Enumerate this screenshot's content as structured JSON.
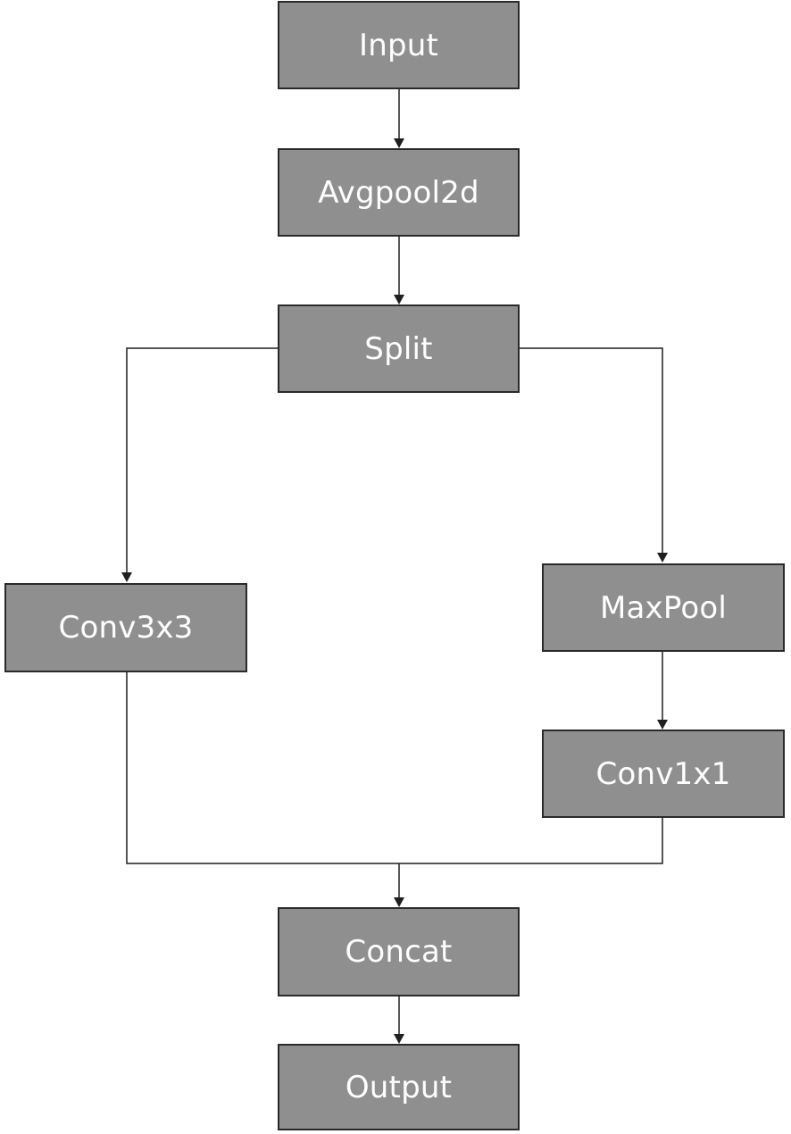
{
  "style": {
    "node_fill": "#8f8f8f",
    "node_border": "#2a2a2a",
    "edge_color": "#1f1f1f",
    "text_color": "#ffffff"
  },
  "nodes": {
    "input": {
      "label": "Input"
    },
    "avgpool2d": {
      "label": "Avgpool2d"
    },
    "split": {
      "label": "Split"
    },
    "conv3x3": {
      "label": "Conv3x3"
    },
    "maxpool": {
      "label": "MaxPool"
    },
    "conv1x1": {
      "label": "Conv1x1"
    },
    "concat": {
      "label": "Concat"
    },
    "output": {
      "label": "Output"
    }
  },
  "edges": [
    {
      "from": "input",
      "to": "avgpool2d"
    },
    {
      "from": "avgpool2d",
      "to": "split"
    },
    {
      "from": "split",
      "to": "conv3x3"
    },
    {
      "from": "split",
      "to": "maxpool"
    },
    {
      "from": "maxpool",
      "to": "conv1x1"
    },
    {
      "from": "conv3x3",
      "to": "concat"
    },
    {
      "from": "conv1x1",
      "to": "concat"
    },
    {
      "from": "concat",
      "to": "output"
    }
  ]
}
